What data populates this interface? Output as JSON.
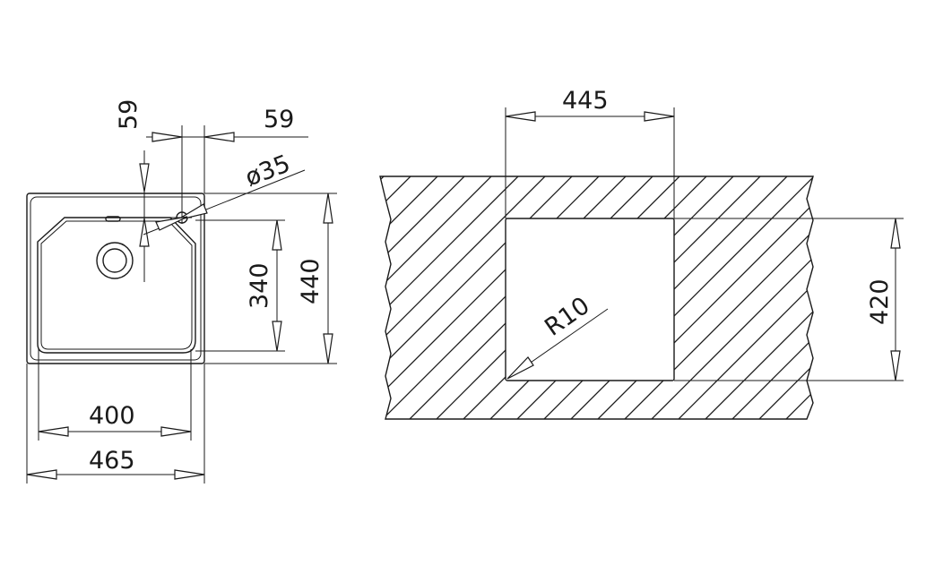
{
  "sink_view": {
    "dim_tap_offset_vertical": "59",
    "dim_tap_offset_horizontal": "59",
    "dim_tap_hole_diameter": "ø35",
    "dim_bowl_width": "400",
    "dim_overall_width": "465",
    "dim_bowl_depth": "340",
    "dim_overall_depth": "440"
  },
  "cutout_view": {
    "dim_cutout_width": "445",
    "dim_cutout_depth": "420",
    "dim_corner_radius": "R10"
  },
  "colors": {
    "line": "#1a1a1a",
    "background": "#ffffff"
  }
}
